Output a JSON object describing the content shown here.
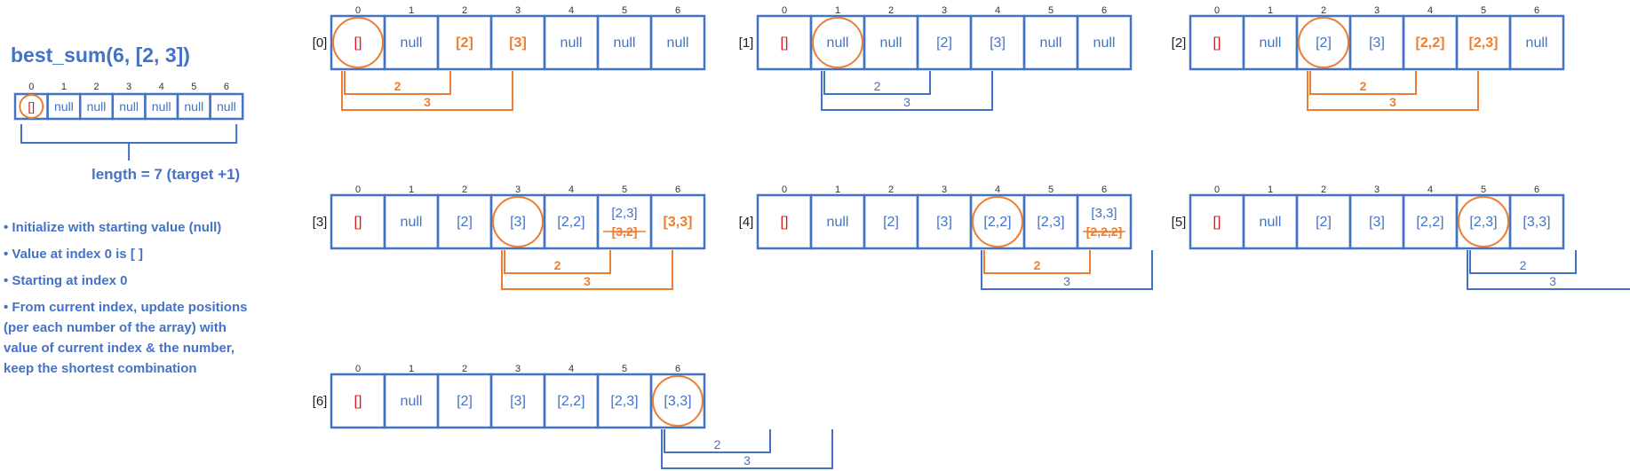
{
  "title": "best_sum(6, [2, 3])",
  "colors": {
    "blue": "#4472C4",
    "orange": "#ED7D31",
    "red": "#E0141C",
    "white": "#ffffff"
  },
  "intro": {
    "indices": [
      "0",
      "1",
      "2",
      "3",
      "4",
      "5",
      "6"
    ],
    "cells": [
      "[]",
      "null",
      "null",
      "null",
      "null",
      "null",
      "null"
    ],
    "highlight": 0,
    "length_label": "length = 7 (target +1)"
  },
  "bullets": [
    "• Initialize with starting value (null)",
    "• Value at index 0 is [ ]",
    "• Starting at index 0",
    "• From current index, update positions",
    "(per each number of the array)  with",
    "value of current index & the number,",
    "keep the shortest combination"
  ],
  "steps": [
    {
      "label": "[0]",
      "indices": [
        "0",
        "1",
        "2",
        "3",
        "4",
        "5",
        "6"
      ],
      "current": 0,
      "cells": [
        {
          "text": "[]",
          "color": "red"
        },
        {
          "text": "null"
        },
        {
          "text": "[2]",
          "color": "orange",
          "bold": true
        },
        {
          "text": "[3]",
          "color": "orange",
          "bold": true
        },
        {
          "text": "null"
        },
        {
          "text": "null"
        },
        {
          "text": "null"
        }
      ],
      "jumps": [
        {
          "label": "2",
          "span": 2
        },
        {
          "label": "3",
          "span": 3
        }
      ],
      "jump_color": "orange"
    },
    {
      "label": "[1]",
      "indices": [
        "0",
        "1",
        "2",
        "3",
        "4",
        "5",
        "6"
      ],
      "current": 1,
      "cells": [
        {
          "text": "[]",
          "color": "red"
        },
        {
          "text": "null"
        },
        {
          "text": "null"
        },
        {
          "text": "[2]"
        },
        {
          "text": "[3]"
        },
        {
          "text": "null"
        },
        {
          "text": "null"
        }
      ],
      "jumps": [
        {
          "label": "2",
          "span": 2
        },
        {
          "label": "3",
          "span": 3
        }
      ],
      "jump_color": "blue"
    },
    {
      "label": "[2]",
      "indices": [
        "0",
        "1",
        "2",
        "3",
        "4",
        "5",
        "6"
      ],
      "current": 2,
      "cells": [
        {
          "text": "[]",
          "color": "red"
        },
        {
          "text": "null"
        },
        {
          "text": "[2]"
        },
        {
          "text": "[3]"
        },
        {
          "text": "[2,2]",
          "color": "orange",
          "bold": true
        },
        {
          "text": "[2,3]",
          "color": "orange",
          "bold": true
        },
        {
          "text": "null"
        }
      ],
      "jumps": [
        {
          "label": "2",
          "span": 2
        },
        {
          "label": "3",
          "span": 3
        }
      ],
      "jump_color": "orange"
    },
    {
      "label": "[3]",
      "indices": [
        "0",
        "1",
        "2",
        "3",
        "4",
        "5",
        "6"
      ],
      "current": 3,
      "cells": [
        {
          "text": "[]",
          "color": "red"
        },
        {
          "text": "null"
        },
        {
          "text": "[2]"
        },
        {
          "text": "[3]"
        },
        {
          "text": "[2,2]"
        },
        {
          "text": "[2,3]",
          "text2": "[3,2]",
          "color2": "orange",
          "strike2": true
        },
        {
          "text": "[3,3]",
          "color": "orange",
          "bold": true
        }
      ],
      "jumps": [
        {
          "label": "2",
          "span": 2
        },
        {
          "label": "3",
          "span": 3
        }
      ],
      "jump_color": "orange"
    },
    {
      "label": "[4]",
      "indices": [
        "0",
        "1",
        "2",
        "3",
        "4",
        "5",
        "6"
      ],
      "current": 4,
      "cells": [
        {
          "text": "[]",
          "color": "red"
        },
        {
          "text": "null"
        },
        {
          "text": "[2]"
        },
        {
          "text": "[3]"
        },
        {
          "text": "[2,2]"
        },
        {
          "text": "[2,3]"
        },
        {
          "text": "[3,3]",
          "text2": "[2,2,2]",
          "color2": "orange",
          "strike2": true
        }
      ],
      "jumps": [
        {
          "label": "2",
          "span": 2,
          "color": "orange"
        },
        {
          "label": "3",
          "span": 3
        }
      ],
      "jump_color": "blue"
    },
    {
      "label": "[5]",
      "indices": [
        "0",
        "1",
        "2",
        "3",
        "4",
        "5",
        "6"
      ],
      "current": 5,
      "cells": [
        {
          "text": "[]",
          "color": "red"
        },
        {
          "text": "null"
        },
        {
          "text": "[2]"
        },
        {
          "text": "[3]"
        },
        {
          "text": "[2,2]"
        },
        {
          "text": "[2,3]"
        },
        {
          "text": "[3,3]"
        }
      ],
      "jumps": [
        {
          "label": "2",
          "span": 2
        },
        {
          "label": "3",
          "span": 3
        }
      ],
      "jump_color": "blue"
    },
    {
      "label": "[6]",
      "indices": [
        "0",
        "1",
        "2",
        "3",
        "4",
        "5",
        "6"
      ],
      "current": 6,
      "cells": [
        {
          "text": "[]",
          "color": "red"
        },
        {
          "text": "null"
        },
        {
          "text": "[2]"
        },
        {
          "text": "[3]"
        },
        {
          "text": "[2,2]"
        },
        {
          "text": "[2,3]"
        },
        {
          "text": "[3,3]"
        }
      ],
      "jumps": [
        {
          "label": "2",
          "span": 2
        },
        {
          "label": "3",
          "span": 3
        }
      ],
      "jump_color": "blue"
    }
  ]
}
